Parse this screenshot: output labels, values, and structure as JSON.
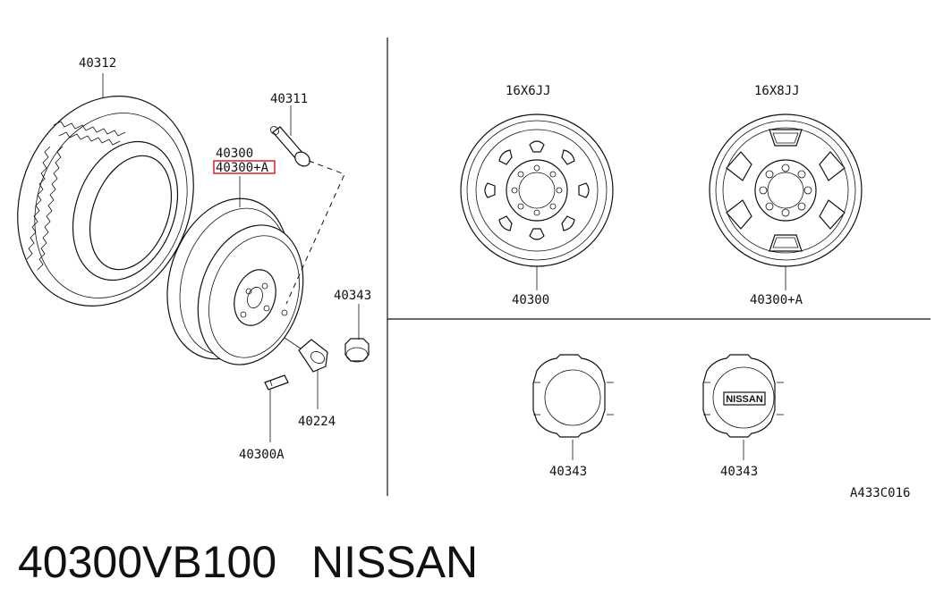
{
  "diagram": {
    "labels": {
      "tire": "40312",
      "valve": "40311",
      "wheel_std": "40300",
      "wheel_alt": "40300+A",
      "center_cap": "40343",
      "nut": "40224",
      "balance_weight": "40300A",
      "size_6jj": "16X6JJ",
      "size_8jj": "16X8JJ",
      "wheel_6jj": "40300",
      "wheel_8jj": "40300+A",
      "cap_plain": "40343",
      "cap_logo": "40343",
      "figure_code": "A433C016"
    },
    "cap_logo_text": "NISSAN",
    "highlight_color": "#e02020"
  },
  "caption": {
    "part_number": "40300VB100",
    "brand": "NISSAN"
  }
}
